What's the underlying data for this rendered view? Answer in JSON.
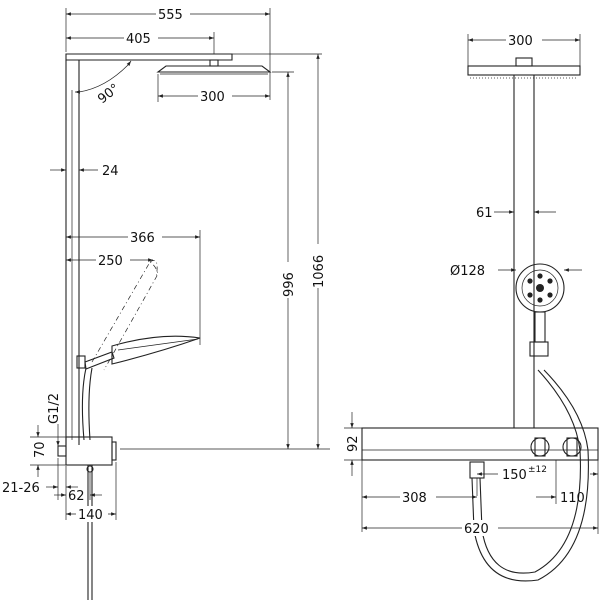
{
  "side_view": {
    "dimensions": {
      "overall_reach": "555",
      "arm_length": "405",
      "head_width": "300",
      "swivel_angle": "90°",
      "rail_width": "24",
      "hand_shower_max_reach": "366",
      "hand_shower_reach": "250",
      "height_to_outlet": "996",
      "overall_height": "1066",
      "connection_thread": "G1/2",
      "thermostat_height": "70",
      "wall_offset": "21-26",
      "body_depth": "62",
      "projection": "140"
    }
  },
  "front_view": {
    "dimensions": {
      "head_width": "300",
      "rail_width": "61",
      "hand_shower_diameter": "Ø128",
      "shelf_height": "92",
      "connection_spacing": "150",
      "connection_tolerance": "±12",
      "left_offset": "308",
      "right_offset": "110",
      "total_width": "620"
    }
  }
}
